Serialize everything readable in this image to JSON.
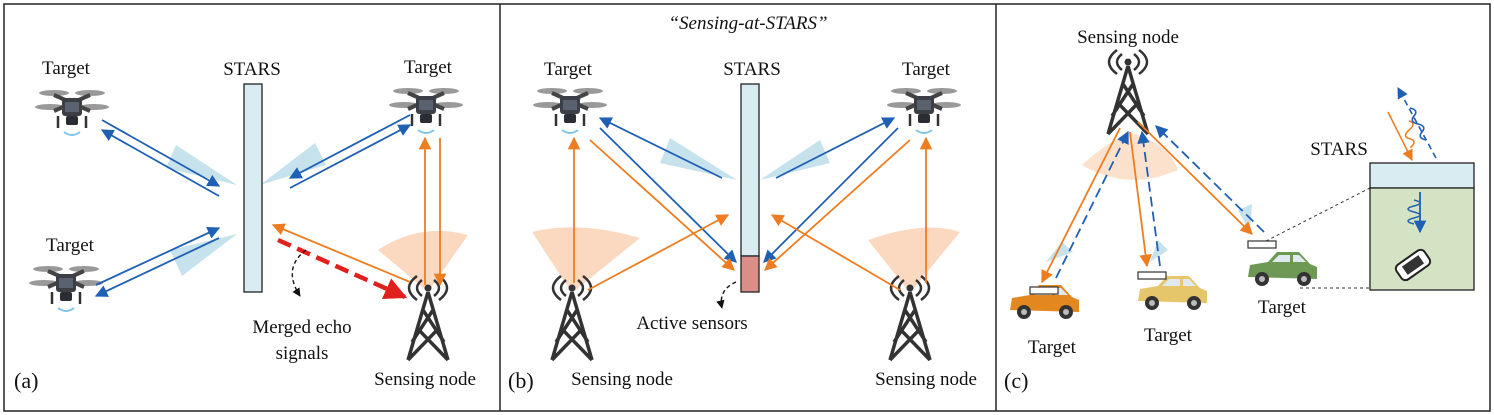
{
  "panels": {
    "a": {
      "tag": "(a)",
      "stars_label": "STARS",
      "target_labels": [
        "Target",
        "Target",
        "Target"
      ],
      "merged_label_line1": "Merged echo",
      "merged_label_line2": "signals",
      "sensing_node_label": "Sensing node"
    },
    "b": {
      "tag": "(b)",
      "title": "“Sensing-at-STARS”",
      "stars_label": "STARS",
      "target_labels": [
        "Target",
        "Target"
      ],
      "active_sensors_label": "Active sensors",
      "sensing_node_labels": [
        "Sensing node",
        "Sensing node"
      ]
    },
    "c": {
      "tag": "(c)",
      "sensing_node_label": "Sensing node",
      "stars_label": "STARS",
      "target_labels": [
        "Target",
        "Target",
        "Target"
      ]
    }
  },
  "colors": {
    "blue_arrow": "#1f5fb4",
    "orange_arrow": "#ee7d21",
    "red_arrow": "#e0201c",
    "stars_fill": "#d9ecf2",
    "sensor_fill": "#d98e88",
    "beam_blue": "#c6e2ec",
    "beam_orange": "#fbd9c0",
    "room_fill": "#d4e3c3"
  }
}
